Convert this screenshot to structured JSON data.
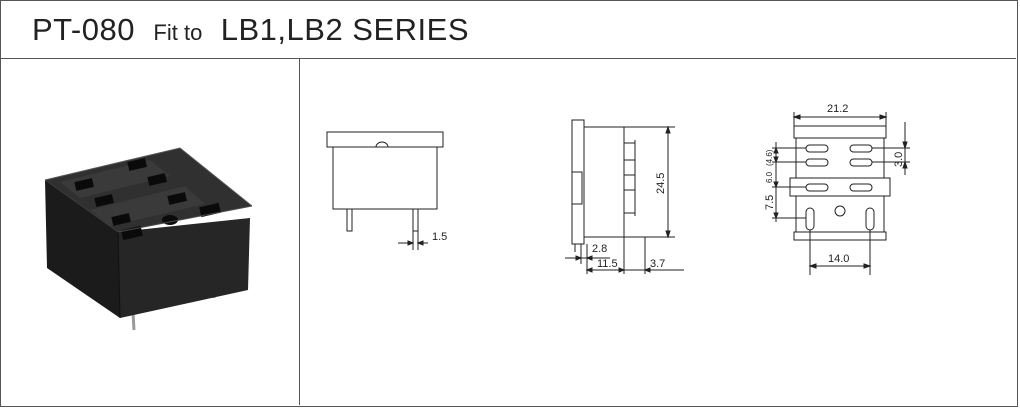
{
  "header": {
    "model": "PT-080",
    "fit_to": "Fit to",
    "series": "LB1,LB2 SERIES"
  },
  "drawings": {
    "front": {
      "pin_gap": "1.5"
    },
    "side": {
      "height": "24.5",
      "offset": "2.8",
      "depth": "11.5",
      "pin_length": "3.7"
    },
    "bottom": {
      "width": "21.2",
      "pitch_a": "3.0",
      "pitch_b": "(4.6)",
      "pitch_c": "6.0",
      "pitch_d": "7.5",
      "pin_span": "14.0"
    }
  }
}
